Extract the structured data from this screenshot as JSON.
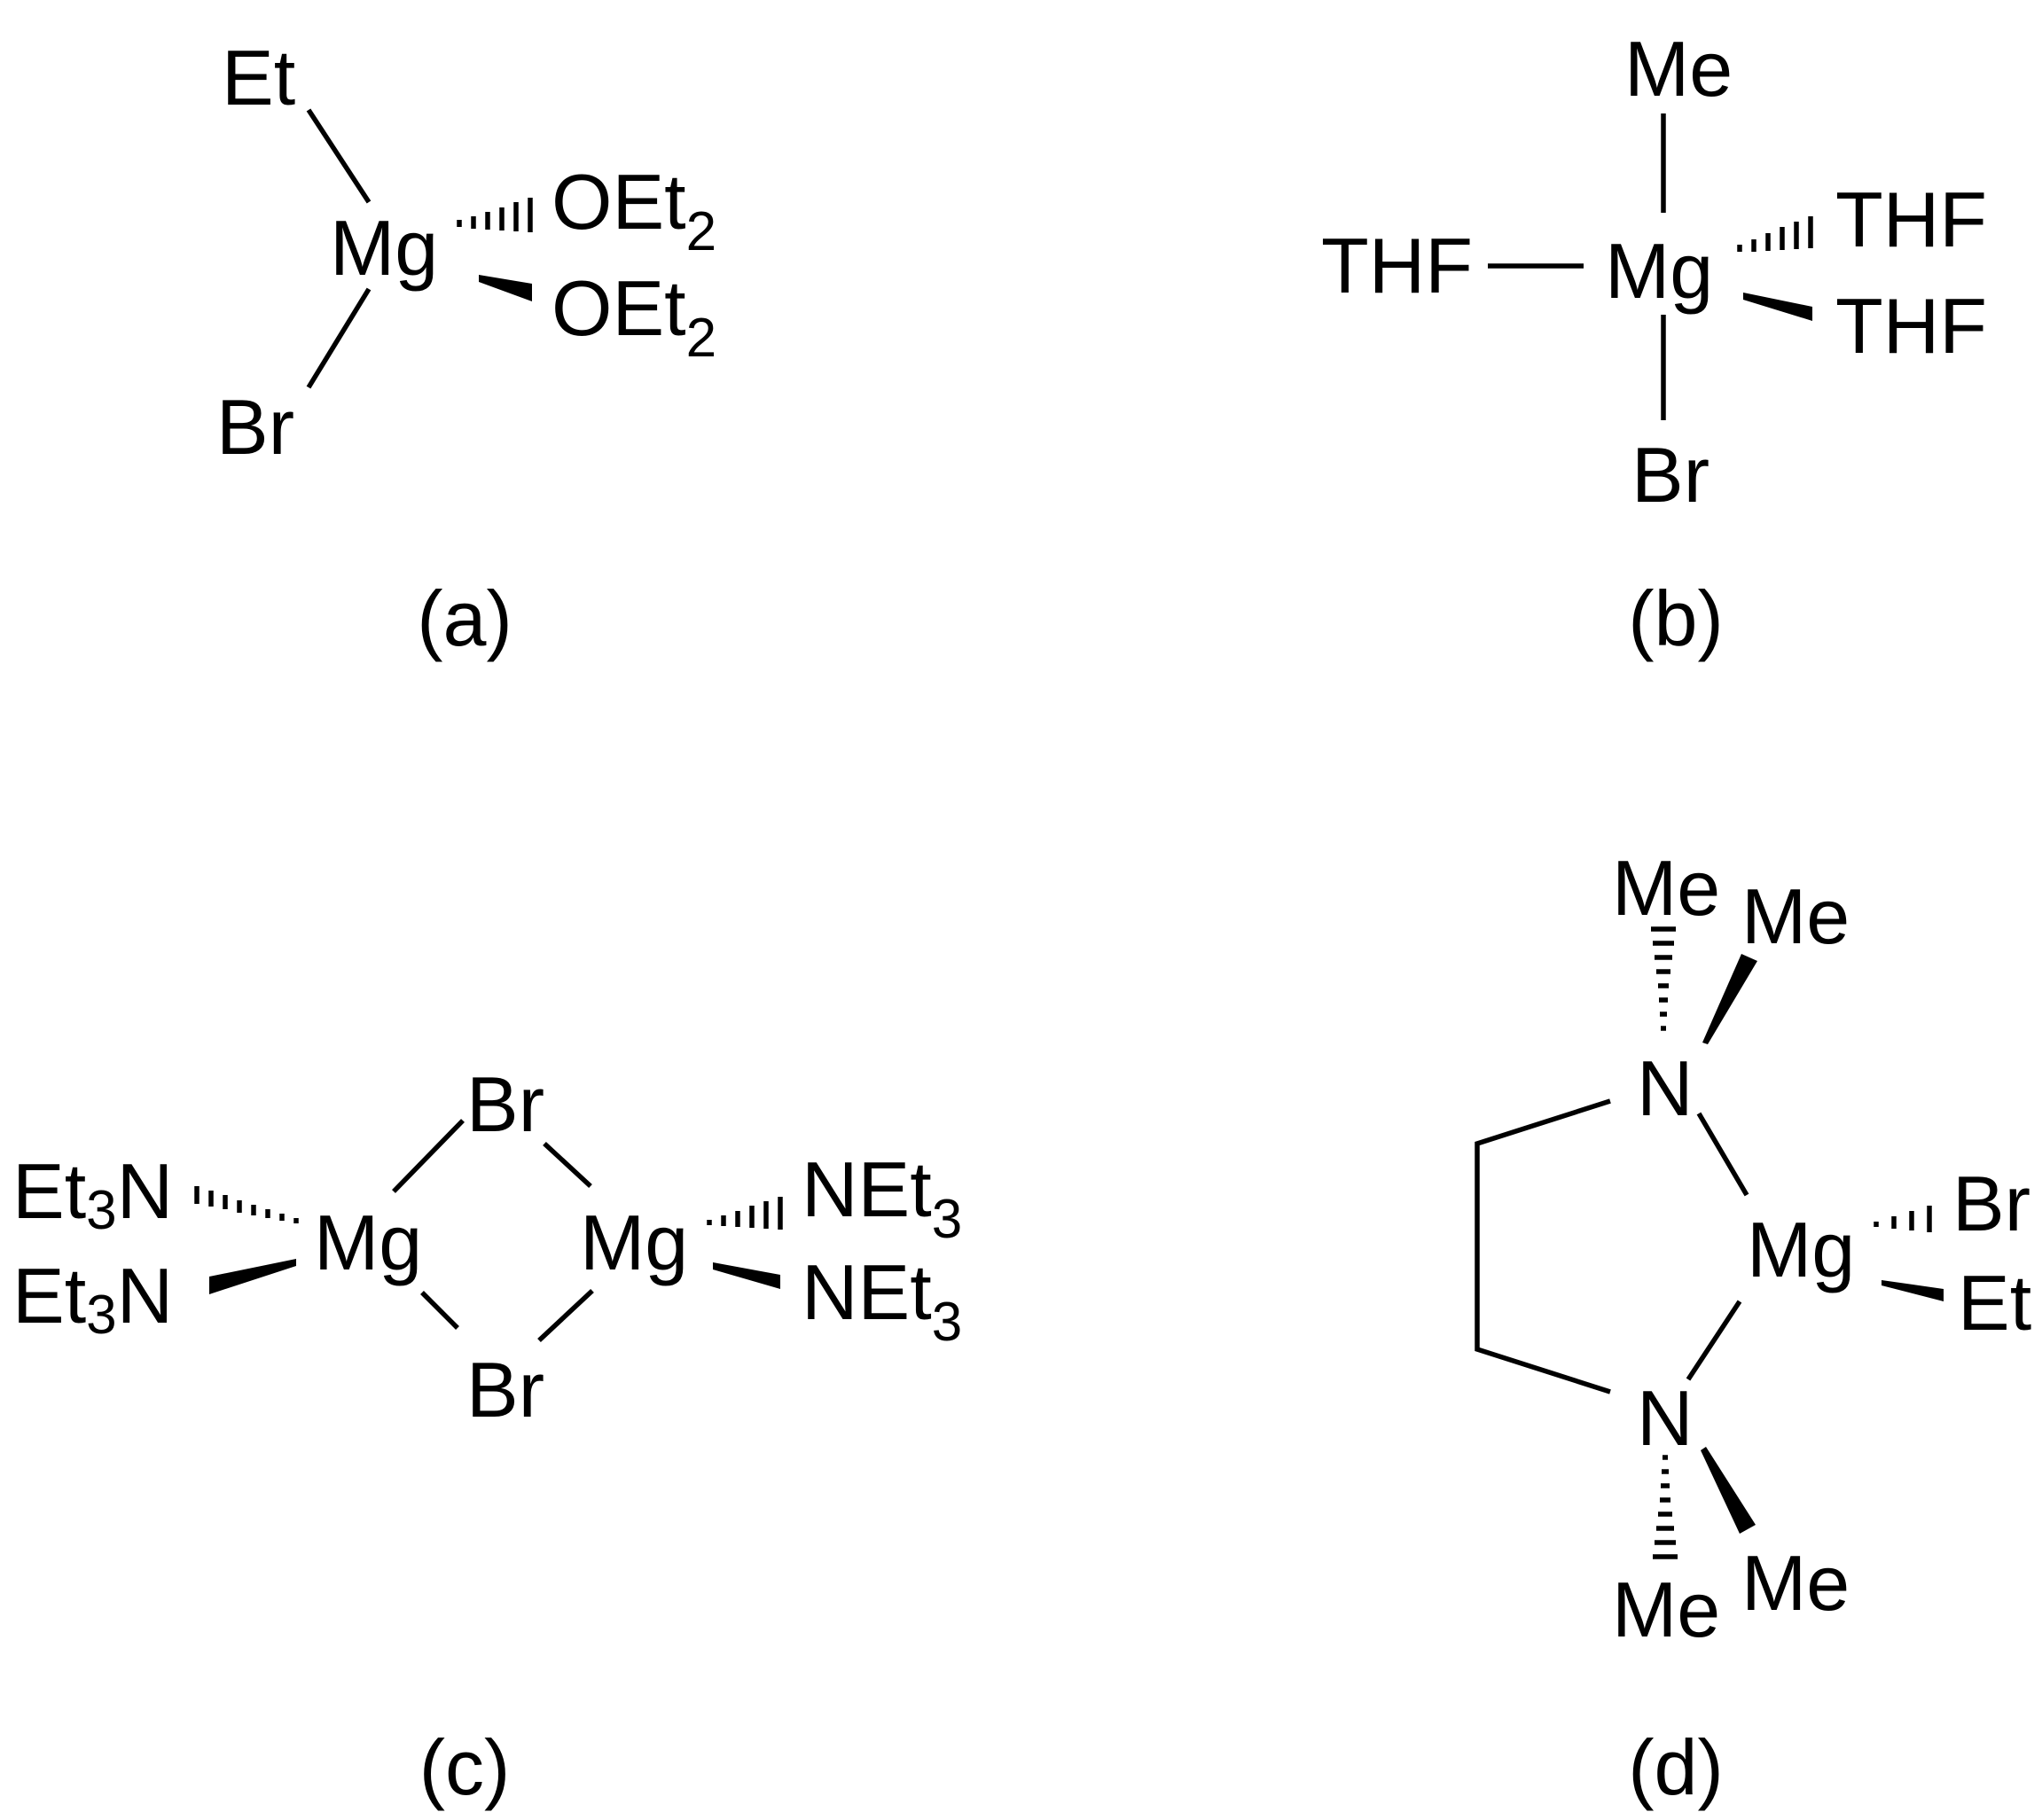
{
  "colors": {
    "ink": "#000000",
    "background": "#ffffff"
  },
  "structures": {
    "a": {
      "caption": "(a)",
      "mg": "Mg",
      "et": "Et",
      "br": "Br",
      "o1": "OEt",
      "o1_sub": "2",
      "o2": "OEt",
      "o2_sub": "2"
    },
    "b": {
      "caption": "(b)",
      "mg": "Mg",
      "me": "Me",
      "br": "Br",
      "thf_left": "THF",
      "thf_upper": "THF",
      "thf_lower": "THF"
    },
    "c": {
      "caption": "(c)",
      "mg_left": "Mg",
      "mg_right": "Mg",
      "br_top": "Br",
      "br_bottom": "Br",
      "l1": "Et",
      "l1_sub": "3",
      "l1_tail": "N",
      "l2": "Et",
      "l2_sub": "3",
      "l2_tail": "N",
      "r1": "NEt",
      "r1_sub": "3",
      "r2": "NEt",
      "r2_sub": "3"
    },
    "d": {
      "caption": "(d)",
      "mg": "Mg",
      "n_top": "N",
      "n_bottom": "N",
      "me_top_hash": "Me",
      "me_top_wedge": "Me",
      "me_bottom_hash": "Me",
      "me_bottom_wedge": "Me",
      "br": "Br",
      "et": "Et"
    }
  }
}
